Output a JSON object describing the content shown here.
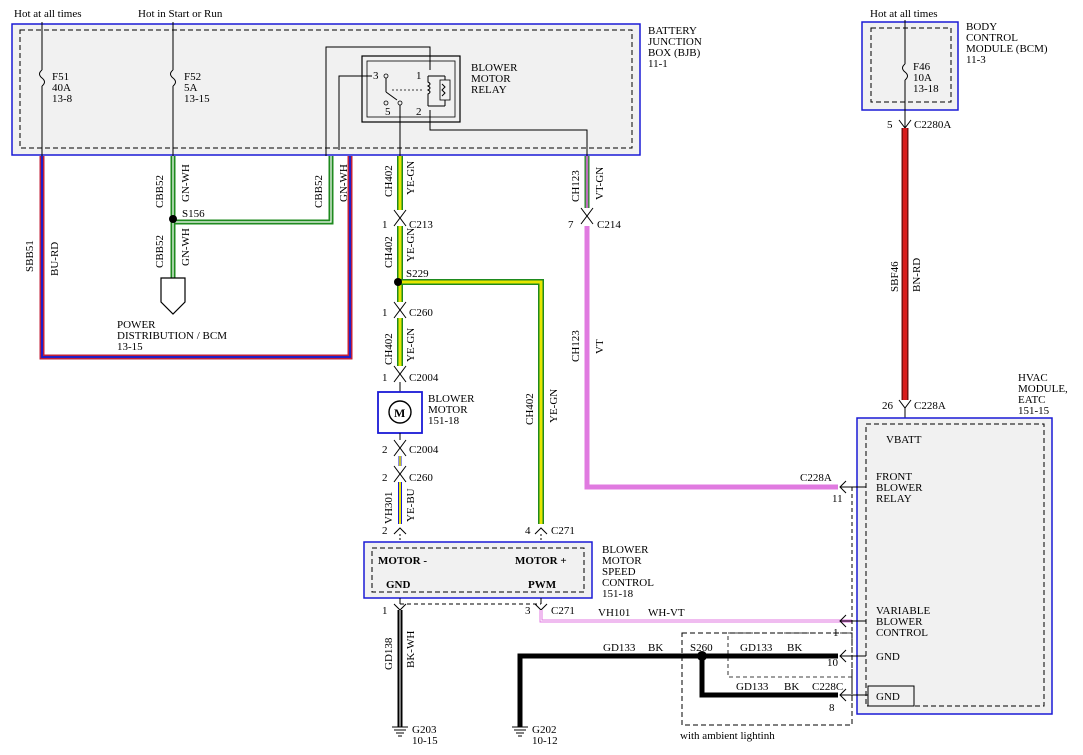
{
  "modules": {
    "bjb_name": [
      "BATTERY",
      "JUNCTION",
      "BOX (BJB)",
      "11-1"
    ],
    "bcm_name": [
      "BODY",
      "CONTROL",
      "MODULE (BCM)",
      "11-3"
    ],
    "hvac_name": [
      "HVAC",
      "MODULE,",
      "EATC",
      "151-15"
    ],
    "relay_name": [
      "BLOWER",
      "MOTOR",
      "RELAY"
    ],
    "motor_name": [
      "BLOWER",
      "MOTOR",
      "151-18"
    ],
    "speed_ctrl_name": [
      "BLOWER",
      "MOTOR",
      "SPEED",
      "CONTROL",
      "151-18"
    ],
    "power_dist": [
      "POWER",
      "DISTRIBUTION / BCM",
      "13-15"
    ]
  },
  "power": {
    "hot_all_times_1": "Hot at all times",
    "hot_start_run": "Hot in Start or Run",
    "hot_all_times_2": "Hot at all times"
  },
  "fuses": {
    "f51": [
      "F51",
      "40A",
      "13-8"
    ],
    "f52": [
      "F52",
      "5A",
      "13-15"
    ],
    "f46": [
      "F46",
      "10A",
      "13-18"
    ]
  },
  "relay_pins": {
    "p1": "1",
    "p2": "2",
    "p3": "3",
    "p5": "5"
  },
  "wires": {
    "sbb51": {
      "circuit": "SBB51",
      "color": "BU-RD"
    },
    "cbb52a": {
      "circuit": "CBB52",
      "color": "GN-WH"
    },
    "cbb52b": {
      "circuit": "CBB52",
      "color": "GN-WH"
    },
    "cbb52c": {
      "circuit": "CBB52",
      "color": "GN-WH"
    },
    "ch402a": {
      "circuit": "CH402",
      "color": "YE-GN"
    },
    "ch402b": {
      "circuit": "CH402",
      "color": "YE-GN"
    },
    "ch402c": {
      "circuit": "CH402",
      "color": "YE-GN"
    },
    "ch402d": {
      "circuit": "CH402",
      "color": "YE-GN"
    },
    "ch123a": {
      "circuit": "CH123",
      "color": "VT-GN"
    },
    "ch123b": {
      "circuit": "CH123",
      "color": "VT"
    },
    "sbf46": {
      "circuit": "SBF46",
      "color": "BN-RD"
    },
    "vh301": {
      "circuit": "VH301",
      "color": "YE-BU"
    },
    "vh101": {
      "circuit": "VH101",
      "color": "WH-VT"
    },
    "gd138": {
      "circuit": "GD138",
      "color": "BK-WH"
    },
    "gd133a": {
      "circuit": "GD133",
      "color": "BK"
    },
    "gd133b": {
      "circuit": "GD133",
      "color": "BK"
    },
    "gd133c": {
      "circuit": "GD133",
      "color": "BK"
    }
  },
  "splices": {
    "s156": "S156",
    "s229": "S229",
    "s260": "S260"
  },
  "connectors": {
    "c213": {
      "pin": "1",
      "name": "C213"
    },
    "c260_1": {
      "pin": "1",
      "name": "C260"
    },
    "c2004_1": {
      "pin": "1",
      "name": "C2004"
    },
    "c2004_2": {
      "pin": "2",
      "name": "C2004"
    },
    "c260_2": {
      "pin": "2",
      "name": "C260"
    },
    "c271_2": {
      "pin": "2",
      "name": ""
    },
    "c271_4": {
      "pin": "4",
      "name": "C271"
    },
    "c271_1": {
      "pin": "1",
      "name": ""
    },
    "c271_3": {
      "pin": "3",
      "name": "C271"
    },
    "c214": {
      "pin": "7",
      "name": "C214"
    },
    "c2280a": {
      "pin": "5",
      "name": "C2280A"
    },
    "c228a_26": {
      "pin": "26",
      "name": "C228A"
    },
    "c228a_11": {
      "pin": "11",
      "name": "C228A"
    },
    "hvac_1": {
      "pin": "1"
    },
    "hvac_10": {
      "pin": "10"
    },
    "c228c": {
      "pin": "8",
      "name": "C228C"
    }
  },
  "speed_ctrl": {
    "motor_neg": "MOTOR -",
    "motor_pos": "MOTOR +",
    "gnd": "GND",
    "pwm": "PWM"
  },
  "hvac": {
    "vbatt": "VBATT",
    "front_blower": [
      "FRONT",
      "BLOWER",
      "RELAY"
    ],
    "variable_blower": [
      "VARIABLE",
      "BLOWER",
      "CONTROL"
    ],
    "gnd1": "GND",
    "gnd2": "GND"
  },
  "grounds": {
    "g203": [
      "G203",
      "10-15"
    ],
    "g202": [
      "G202",
      "10-12"
    ]
  },
  "note": "with ambient lightinh",
  "colors": {
    "frame_blue": "#1a1ad6",
    "wire_blue_red_a": "#2020c8",
    "wire_blue_red_b": "#c0203a",
    "wire_green": "#1e8a1e",
    "wire_yellow": "#e6e600",
    "wire_violet": "#e07ae0",
    "wire_brown_red": "#c01818",
    "wire_black": "#000000"
  }
}
